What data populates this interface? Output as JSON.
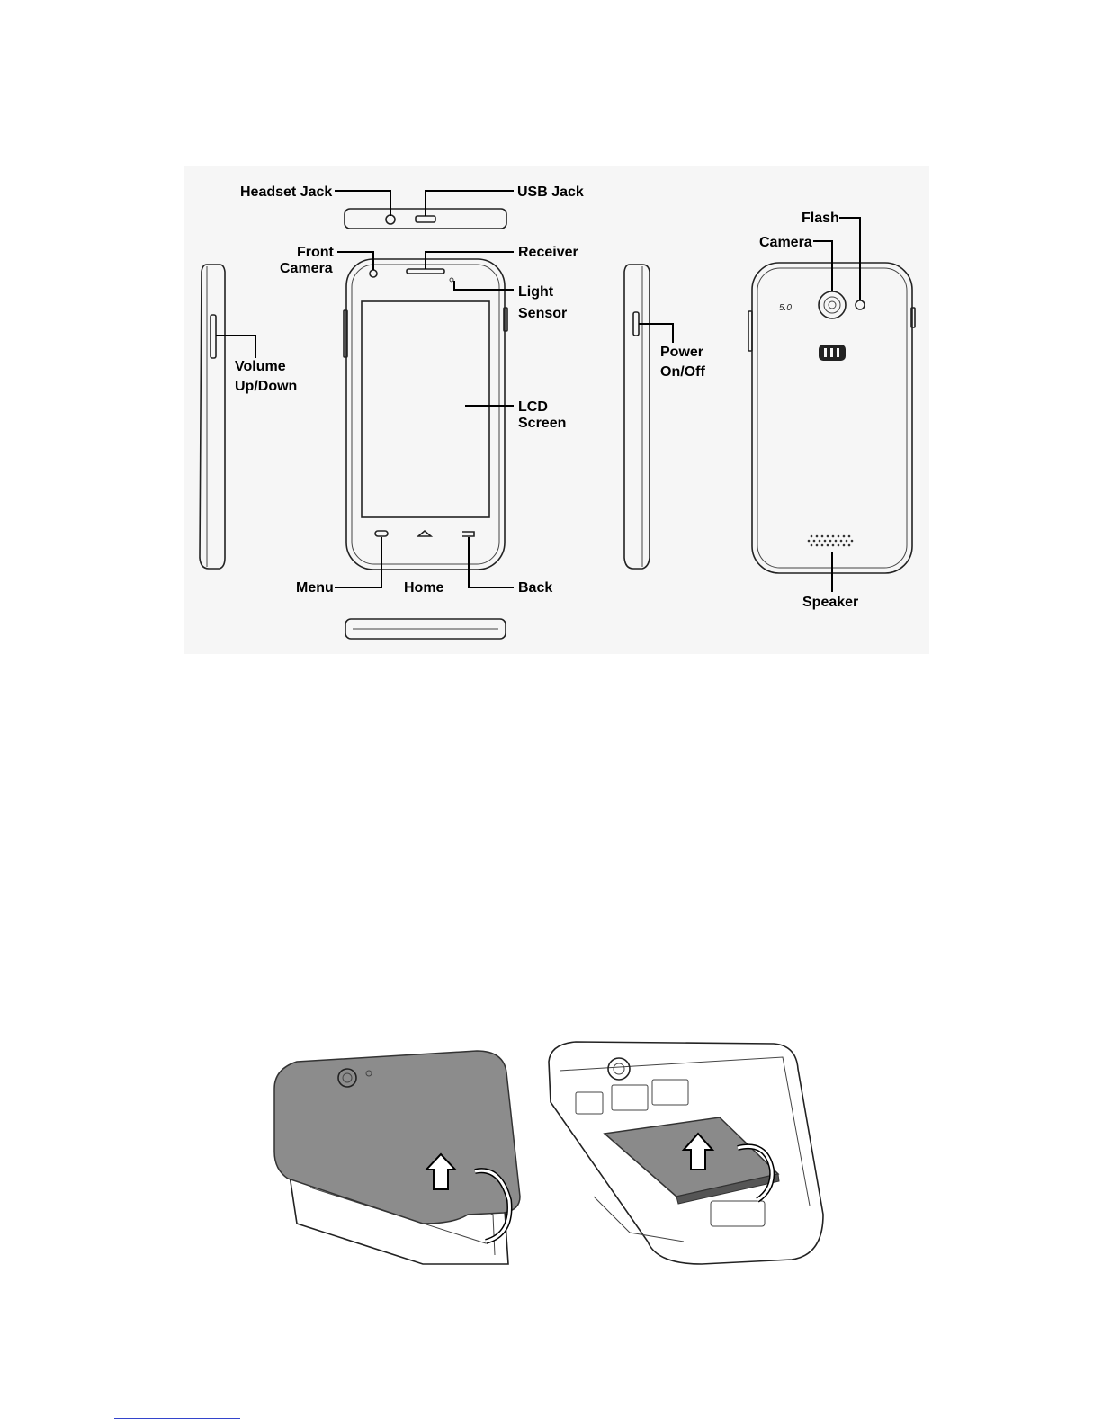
{
  "diagram": {
    "labels": {
      "headset_jack": "Headset Jack",
      "usb_jack": "USB Jack",
      "front": "Front",
      "camera_front": "Camera",
      "receiver": "Receiver",
      "light": "Light",
      "sensor": "Sensor",
      "volume": "Volume",
      "up_down": "Up/Down",
      "lcd": "LCD",
      "screen": "Screen",
      "power": "Power",
      "on_off": "On/Off",
      "flash": "Flash",
      "camera_back": "Camera",
      "menu": "Menu",
      "home": "Home",
      "back": "Back",
      "speaker": "Speaker",
      "camera_badge": "5.0"
    }
  },
  "colors": {
    "line": "#222222",
    "cover_fill": "#8c8c8c",
    "battery_fill": "#8a8a8a",
    "panel_bg": "#f5f5f5",
    "footer_rule": "#3344cc"
  }
}
